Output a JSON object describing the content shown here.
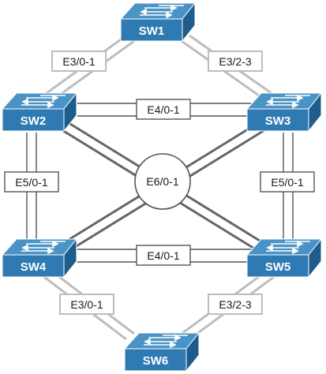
{
  "switches": [
    {
      "id": "sw1",
      "name": "SW1"
    },
    {
      "id": "sw2",
      "name": "SW2"
    },
    {
      "id": "sw3",
      "name": "SW3"
    },
    {
      "id": "sw4",
      "name": "SW4"
    },
    {
      "id": "sw5",
      "name": "SW5"
    },
    {
      "id": "sw6",
      "name": "SW6"
    }
  ],
  "links": {
    "sw1_sw2": "E3/0-1",
    "sw1_sw3": "E3/2-3",
    "sw2_sw3": "E4/0-1",
    "sw2_sw4": "E5/0-1",
    "sw3_sw5": "E5/0-1",
    "center": "E6/0-1",
    "sw4_sw5": "E4/0-1",
    "sw4_sw6": "E3/0-1",
    "sw5_sw6": "E3/2-3"
  },
  "colors": {
    "switch_front": "#2f7ab3",
    "switch_top": "#4a93c6",
    "switch_side": "#1e5c8c",
    "link_dark": "#555555",
    "link_light": "#bdbdbd"
  }
}
